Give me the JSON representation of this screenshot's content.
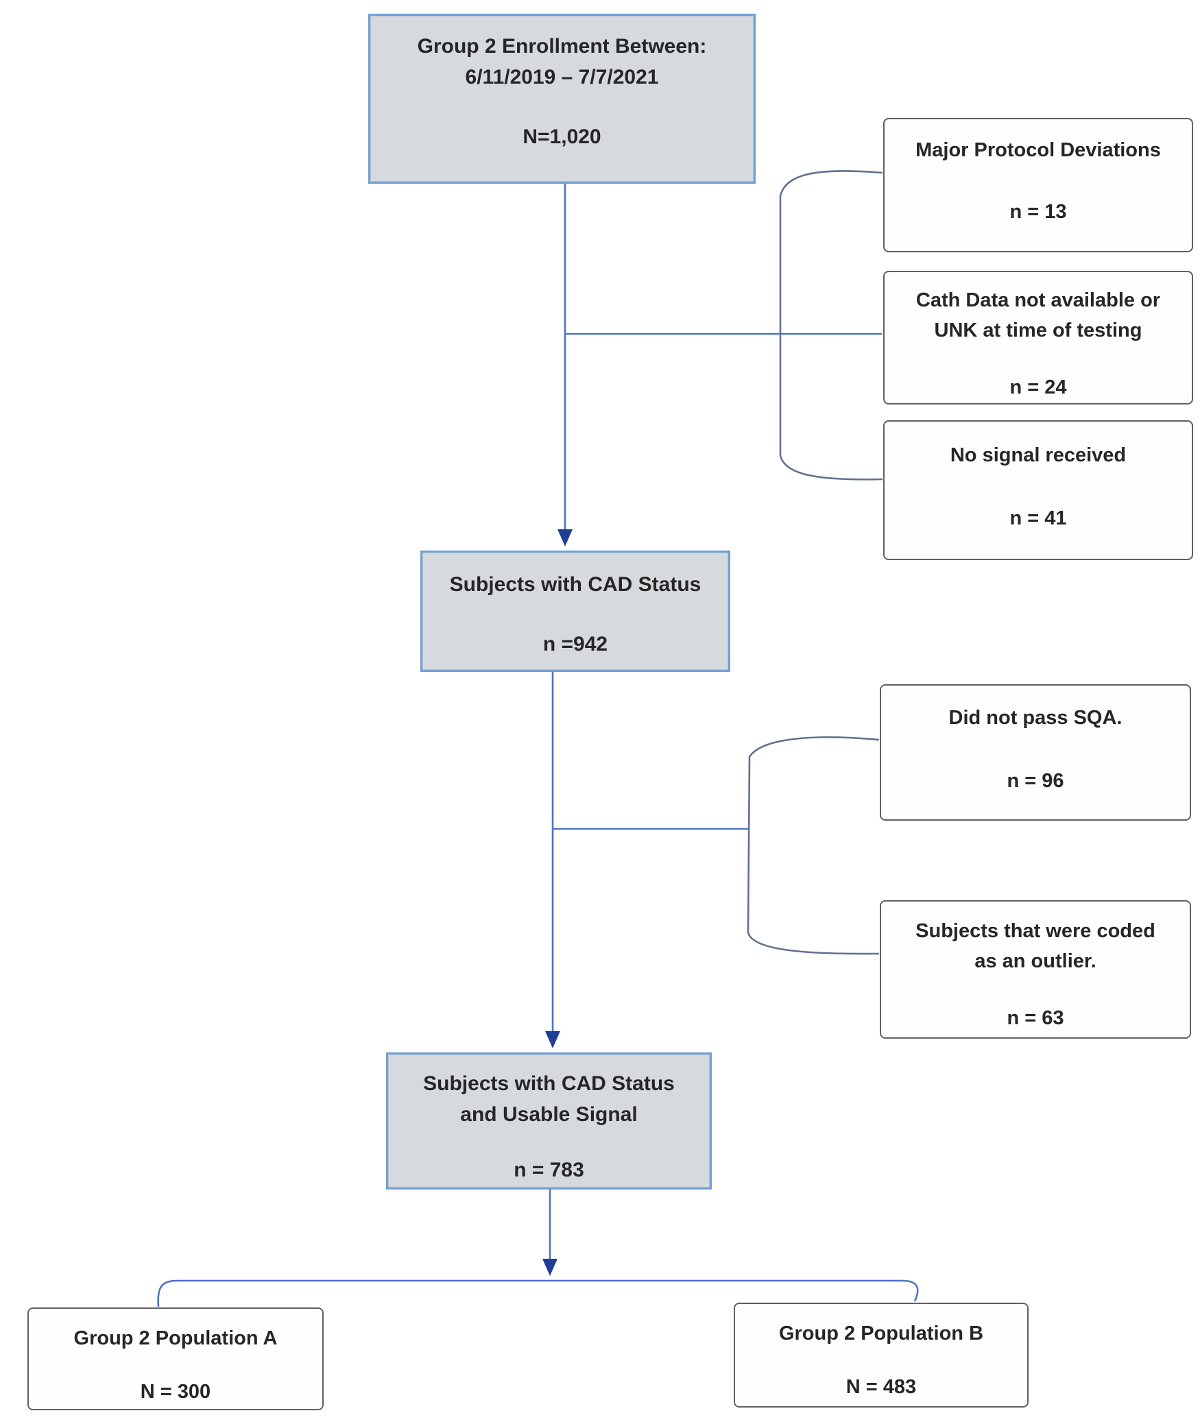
{
  "diagram": {
    "boxes": {
      "enrollment": {
        "title": [
          "Group 2 Enrollment Between:",
          "6/11/2019 – 7/7/2021"
        ],
        "count": "N=1,020"
      },
      "major_protocol_deviations": {
        "title": [
          "Major Protocol Deviations"
        ],
        "count": "n = 13"
      },
      "cath_data": {
        "title": [
          "Cath Data not available or",
          "UNK at time of testing"
        ],
        "count": "n = 24"
      },
      "no_signal": {
        "title": [
          "No signal received"
        ],
        "count": "n = 41"
      },
      "cad_status": {
        "title": [
          "Subjects with CAD Status"
        ],
        "count": "n =942"
      },
      "did_not_pass_sqa": {
        "title": [
          "Did not pass SQA."
        ],
        "count": "n = 96"
      },
      "outlier": {
        "title": [
          "Subjects that were coded",
          "as an outlier."
        ],
        "count": "n = 63"
      },
      "usable_signal": {
        "title": [
          "Subjects with CAD Status",
          "and Usable Signal"
        ],
        "count": "n = 783"
      },
      "population_a": {
        "title": [
          "Group 2 Population A"
        ],
        "count": "N = 300"
      },
      "population_b": {
        "title": [
          "Group 2 Population B"
        ],
        "count": "N = 483"
      }
    },
    "colors": {
      "filled_box_fill": "#d6d9de",
      "filled_box_border": "#71a0d3",
      "plain_box_fill": "#fefefe",
      "plain_box_border": "#606060",
      "flow_line": "#4d74c4",
      "bracket_line": "#61708f",
      "arrow_fill": "#1f3f97",
      "text": "#262626"
    }
  }
}
